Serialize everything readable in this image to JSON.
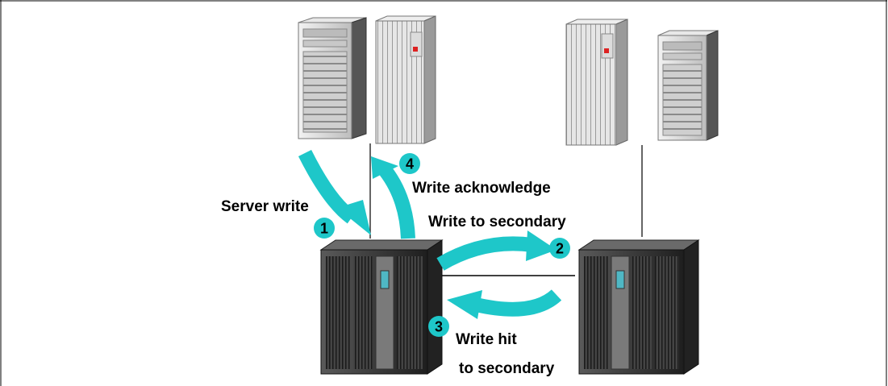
{
  "labels": {
    "server_write": "Server write",
    "write_acknowledge": "Write acknowledge",
    "write_to_secondary": "Write to secondary",
    "write_hit_line1": "Write hit",
    "write_hit_line2": "to secondary"
  },
  "steps": [
    "1",
    "2",
    "3",
    "4"
  ],
  "colors": {
    "arrow": "#1ec7c9",
    "badge": "#1ec7c9",
    "line": "#000000",
    "cabinet_dark": "#3a3a3a",
    "server_light": "#d8d8d8"
  }
}
